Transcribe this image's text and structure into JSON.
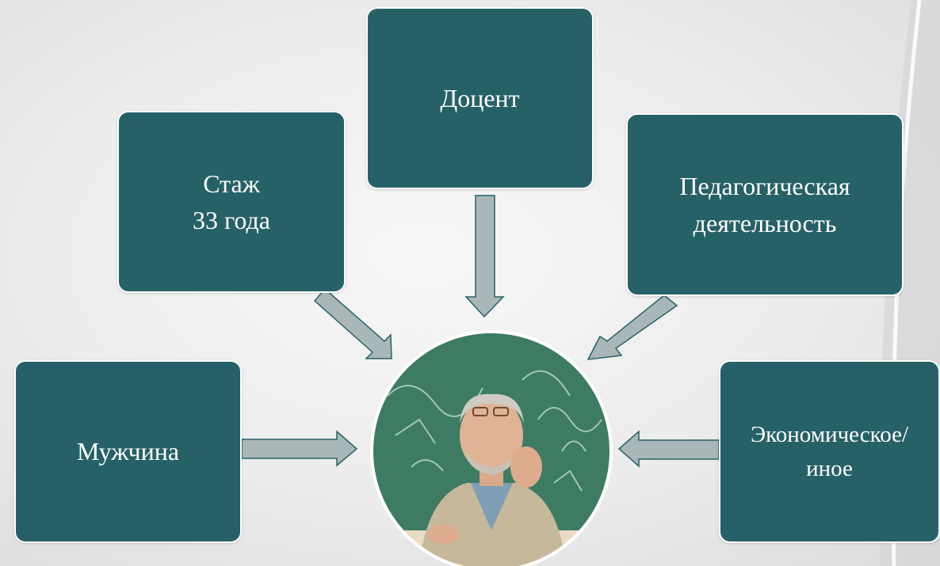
{
  "diagram": {
    "center": {
      "image": "lecturer-photo"
    },
    "boxes": {
      "docent": "Доцент",
      "stazh_line1": "Стаж",
      "stazh_line2": "33 года",
      "pedagog_line1": "Педагогическая",
      "pedagog_line2": "деятельность",
      "man": "Мужчина",
      "econ_line1": "Экономическое/",
      "econ_line2": "иное"
    }
  },
  "colors": {
    "box_fill": "#266167",
    "box_border": "#ffffff",
    "box_text": "#ffffff",
    "arrow_fill": "#aab7b9",
    "arrow_stroke": "#266167"
  }
}
